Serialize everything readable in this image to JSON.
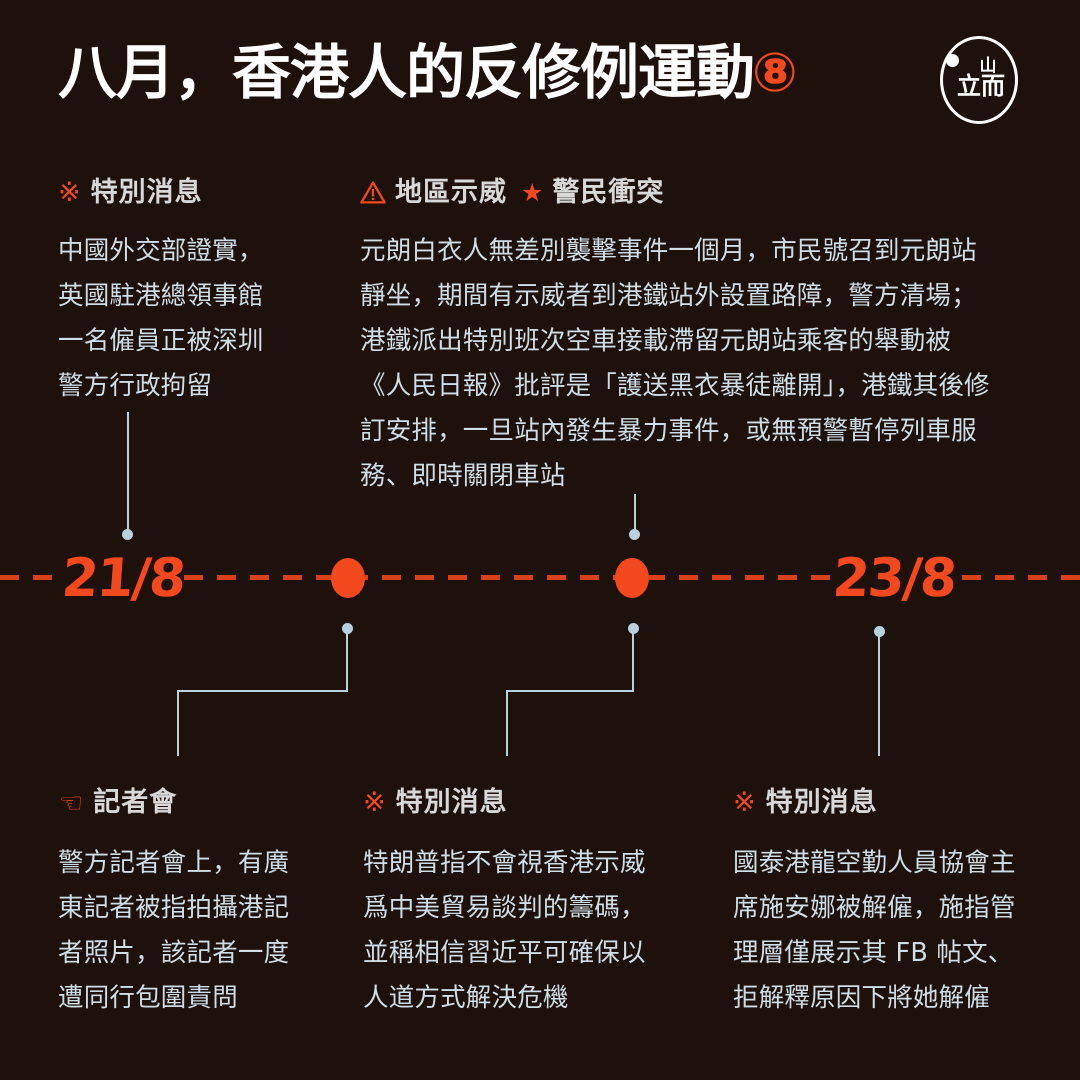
{
  "meta": {
    "background_color": "#1e110c",
    "accent_color": "#f4481e",
    "body_text_color": "#cfdde6",
    "heading_text_color": "#d8d8d8",
    "connector_color": "#b7d2de"
  },
  "header": {
    "title": "八月，香港人的反修例運動",
    "issue_badge": "⑧",
    "logo": {
      "name": "hk01-logo",
      "top_mark": "山",
      "bottom_mark": "立而"
    }
  },
  "top_sections": [
    {
      "id": "top-left",
      "icon": "asterisk-icon",
      "icon_glyph": "※",
      "label": "特別消息",
      "lines": [
        "中國外交部證實，",
        "英國駐港總領事館",
        "一名僱員正被深圳",
        "警方行政拘留"
      ]
    },
    {
      "id": "top-center",
      "icon": "warning-triangle-icon",
      "label": "地區示威",
      "icon2": "star-icon",
      "icon2_glyph": "★",
      "label2": "警民衝突",
      "lines": [
        "元朗白衣人無差別襲擊事件一個月，市民號召到元朗站",
        "靜坐，期間有示威者到港鐵站外設置路障，警方清場；",
        "港鐵派出特別班次空車接載滯留元朗站乘客的舉動被",
        "《人民日報》批評是「護送黑衣暴徒離開」，港鐵其後修",
        "訂安排，一旦站內發生暴力事件，或無預警暫停列車服",
        "務、即時關閉車站"
      ]
    }
  ],
  "timeline": {
    "dates": [
      "21/8",
      "23/8"
    ],
    "markers": [
      "21/8",
      "dot",
      "dot",
      "23/8"
    ]
  },
  "bottom_sections": [
    {
      "id": "bottom-left",
      "icon": "pointing-hand-icon",
      "icon_glyph": "☞",
      "label": "記者會",
      "lines": [
        "警方記者會上，有廣",
        "東記者被指拍攝港記",
        "者照片，該記者一度",
        "遭同行包圍責問"
      ]
    },
    {
      "id": "bottom-center",
      "icon": "asterisk-icon",
      "icon_glyph": "※",
      "label": "特別消息",
      "lines": [
        "特朗普指不會視香港示威",
        "爲中美貿易談判的籌碼，",
        "並稱相信習近平可確保以",
        "人道方式解決危機"
      ]
    },
    {
      "id": "bottom-right",
      "icon": "asterisk-icon",
      "icon_glyph": "※",
      "label": "特別消息",
      "lines": [
        "國泰港龍空勤人員協會主",
        "席施安娜被解僱，施指管",
        "理層僅展示其 FB 帖文、",
        "拒解釋原因下將她解僱"
      ]
    }
  ]
}
